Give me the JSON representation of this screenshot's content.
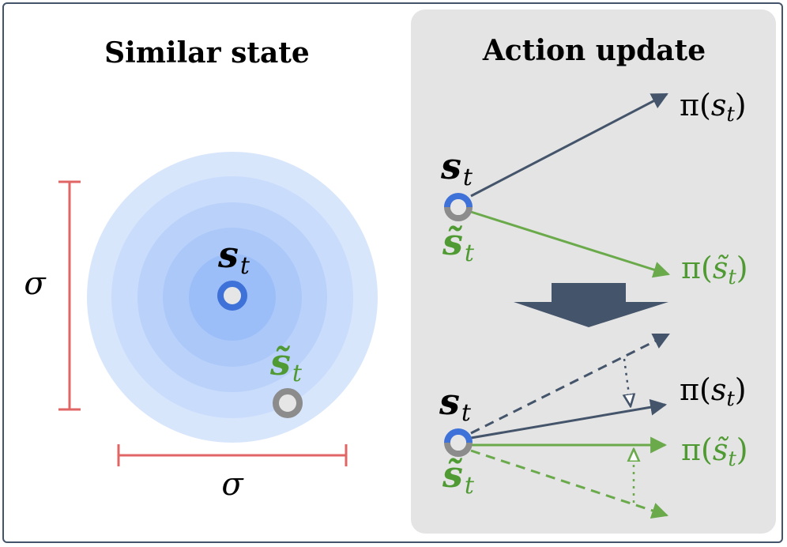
{
  "left_panel": {
    "title": "Similar state",
    "state_label": {
      "base": "s",
      "sub": "t"
    },
    "similar_state_label": {
      "base": "s̃",
      "sub": "t"
    },
    "sigma_vertical": "σ",
    "sigma_horizontal": "σ"
  },
  "right_panel": {
    "title": "Action update",
    "top": {
      "state_label": {
        "base": "s",
        "sub": "t"
      },
      "similar_state_label": {
        "base": "s̃",
        "sub": "t"
      },
      "policy_label": {
        "pi": "π(",
        "arg": "s",
        "sub": "t",
        "close": ")"
      },
      "policy_similar_label": {
        "pi": "π(",
        "arg": "s̃",
        "sub": "t",
        "close": ")"
      }
    },
    "bottom": {
      "state_label": {
        "base": "s",
        "sub": "t"
      },
      "similar_state_label": {
        "base": "s̃",
        "sub": "t"
      },
      "policy_label": {
        "pi": "π(",
        "arg": "s",
        "sub": "t",
        "close": ")"
      },
      "policy_similar_label": {
        "pi": "π(",
        "arg": "s̃",
        "sub": "t",
        "close": ")"
      }
    }
  },
  "colors": {
    "dark_blue": "#44546a",
    "green": "#6aaa4b",
    "label_green": "#4f9a32",
    "state_blue": "#3f72d8",
    "state_grey": "#8c8c8c",
    "sigma_bar": "#e06666",
    "panel_grey": "#e4e4e4"
  }
}
